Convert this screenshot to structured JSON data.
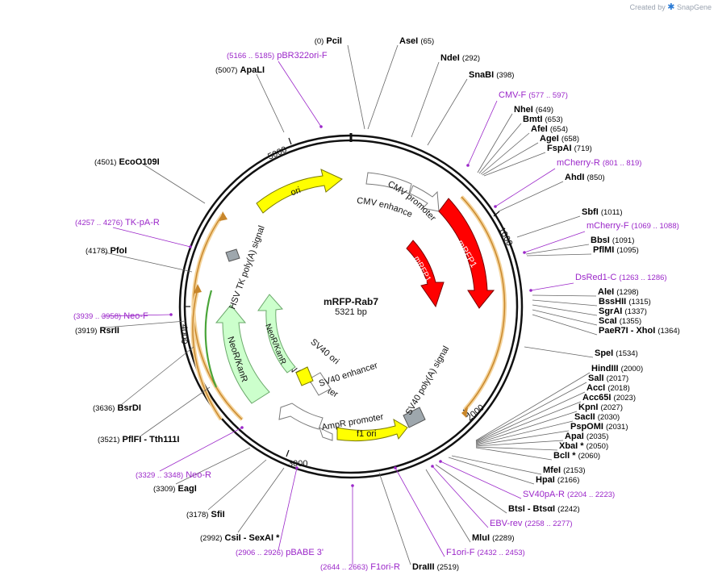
{
  "app": {
    "credit_prefix": "Created by",
    "credit_brand": "SnapGene"
  },
  "plasmid": {
    "name": "mRFP-Rab7",
    "length_label": "5321 bp",
    "length": 5321
  },
  "colors": {
    "backbone": "#111111",
    "site_black": "#000000",
    "primer": "#9b27c9",
    "leader_gray": "#666666",
    "feature_outline": "#7a7a7a",
    "ori": "#ffff00",
    "red_feature": "#ff0000",
    "green_feature": "#ccffcc",
    "promoter_white": "#ffffff",
    "orf_orange": "#d39a3c",
    "polyA_gray": "#9ea7ad"
  },
  "ruler": [
    {
      "label": "1000",
      "pos": 1000
    },
    {
      "label": "2000",
      "pos": 2000
    },
    {
      "label": "3000",
      "pos": 3000
    },
    {
      "label": "4000",
      "pos": 4000
    },
    {
      "label": "5000",
      "pos": 5000
    }
  ],
  "features": [
    {
      "label": "CMV enhancer",
      "type": "arrow-white",
      "ring": "outer"
    },
    {
      "label": "CMV promoter",
      "type": "arrow-white",
      "ring": "outer"
    },
    {
      "label": "mRFP1",
      "type": "arrow-red",
      "ring": "outer"
    },
    {
      "label": "mRFP1",
      "type": "arrow-red",
      "ring": "inner"
    },
    {
      "label": "SV40 poly(A) signal",
      "type": "box-gray"
    },
    {
      "label": "f1 ori",
      "type": "arrow-yellow"
    },
    {
      "label": "AmpR promoter",
      "type": "arrow-white"
    },
    {
      "label": "SV40 promoter",
      "type": "arrow-white"
    },
    {
      "label": "SV40 enhancer",
      "type": "box-white"
    },
    {
      "label": "SV40 ori",
      "type": "box-yellow"
    },
    {
      "label": "NeoR/KanR",
      "type": "arrow-green",
      "ring": "outer"
    },
    {
      "label": "NeoR/KanR",
      "type": "arrow-green",
      "ring": "inner"
    },
    {
      "label": "HSV TK poly(A) signal",
      "type": "box-gray"
    },
    {
      "label": "ori",
      "type": "arrow-yellow"
    }
  ],
  "sites": [
    {
      "name": "PciI",
      "pos": "(0)",
      "primer": false
    },
    {
      "name": "AseI",
      "pos": "(65)",
      "primer": false
    },
    {
      "name": "NdeI",
      "pos": "(292)",
      "primer": false
    },
    {
      "name": "SnaBI",
      "pos": "(398)",
      "primer": false
    },
    {
      "name": "CMV-F",
      "pos": "(577 .. 597)",
      "primer": true
    },
    {
      "name": "NheI",
      "pos": "(649)",
      "primer": false
    },
    {
      "name": "BmtI",
      "pos": "(653)",
      "primer": false
    },
    {
      "name": "AfeI",
      "pos": "(654)",
      "primer": false
    },
    {
      "name": "AgeI",
      "pos": "(658)",
      "primer": false
    },
    {
      "name": "FspAI",
      "pos": "(719)",
      "primer": false
    },
    {
      "name": "mCherry-R",
      "pos": "(801 .. 819)",
      "primer": true
    },
    {
      "name": "AhdI",
      "pos": "(850)",
      "primer": false
    },
    {
      "name": "SbfI",
      "pos": "(1011)",
      "primer": false
    },
    {
      "name": "mCherry-F",
      "pos": "(1069 .. 1088)",
      "primer": true
    },
    {
      "name": "BbsI",
      "pos": "(1091)",
      "primer": false
    },
    {
      "name": "PflMI",
      "pos": "(1095)",
      "primer": false
    },
    {
      "name": "DsRed1-C",
      "pos": "(1263 .. 1286)",
      "primer": true
    },
    {
      "name": "AleI",
      "pos": "(1298)",
      "primer": false
    },
    {
      "name": "BssHII",
      "pos": "(1315)",
      "primer": false
    },
    {
      "name": "SgrAI",
      "pos": "(1337)",
      "primer": false
    },
    {
      "name": "ScaI",
      "pos": "(1355)",
      "primer": false
    },
    {
      "name": "PaeR7I  - XhoI",
      "pos": "(1364)",
      "primer": false
    },
    {
      "name": "SpeI",
      "pos": "(1534)",
      "primer": false
    },
    {
      "name": "HindIII",
      "pos": "(2000)",
      "primer": false
    },
    {
      "name": "SalI",
      "pos": "(2017)",
      "primer": false
    },
    {
      "name": "AccI",
      "pos": "(2018)",
      "primer": false
    },
    {
      "name": "Acc65I",
      "pos": "(2023)",
      "primer": false
    },
    {
      "name": "KpnI",
      "pos": "(2027)",
      "primer": false
    },
    {
      "name": "SacII",
      "pos": "(2030)",
      "primer": false
    },
    {
      "name": "PspOMI",
      "pos": "(2031)",
      "primer": false
    },
    {
      "name": "ApaI",
      "pos": "(2035)",
      "primer": false
    },
    {
      "name": "XbaI *",
      "pos": "(2050)",
      "primer": false
    },
    {
      "name": "BclI *",
      "pos": "(2060)",
      "primer": false
    },
    {
      "name": "MfeI",
      "pos": "(2153)",
      "primer": false
    },
    {
      "name": "HpaI",
      "pos": "(2166)",
      "primer": false
    },
    {
      "name": "SV40pA-R",
      "pos": "(2204 .. 2223)",
      "primer": true
    },
    {
      "name": "BtsI  - BtsαI",
      "pos": "(2242)",
      "primer": false
    },
    {
      "name": "EBV-rev",
      "pos": "(2258 .. 2277)",
      "primer": true
    },
    {
      "name": "MluI",
      "pos": "(2289)",
      "primer": false
    },
    {
      "name": "F1ori-F",
      "pos": "(2432 .. 2453)",
      "primer": true
    },
    {
      "name": "DraIII",
      "pos": "(2519)",
      "primer": false
    },
    {
      "name": "F1ori-R",
      "pos": "(2644 .. 2663)",
      "primer": true
    },
    {
      "name": "pBABE 3'",
      "pos": "(2906 .. 2926)",
      "primer": true
    },
    {
      "name": "CsiI  - SexAI *",
      "pos": "(2992)",
      "primer": false
    },
    {
      "name": "SfiI",
      "pos": "(3178)",
      "primer": false
    },
    {
      "name": "EagI",
      "pos": "(3309)",
      "primer": false
    },
    {
      "name": "Neo-R",
      "pos": "(3329 .. 3348)",
      "primer": true
    },
    {
      "name": "PflFI  - Tth111I",
      "pos": "(3521)",
      "primer": false
    },
    {
      "name": "BsrDI",
      "pos": "(3636)",
      "primer": false
    },
    {
      "name": "RsrII",
      "pos": "(3919)",
      "primer": false
    },
    {
      "name": "Neo-F",
      "pos": "(3939 .. 3958)",
      "primer": true
    },
    {
      "name": "PfoI",
      "pos": "(4178)",
      "primer": false
    },
    {
      "name": "TK-pA-R",
      "pos": "(4257 .. 4276)",
      "primer": true
    },
    {
      "name": "EcoO109I",
      "pos": "(4501)",
      "primer": false
    },
    {
      "name": "ApaLI",
      "pos": "(5007)",
      "primer": false
    },
    {
      "name": "pBR322ori-F",
      "pos": "(5166 .. 5185)",
      "primer": true
    }
  ]
}
